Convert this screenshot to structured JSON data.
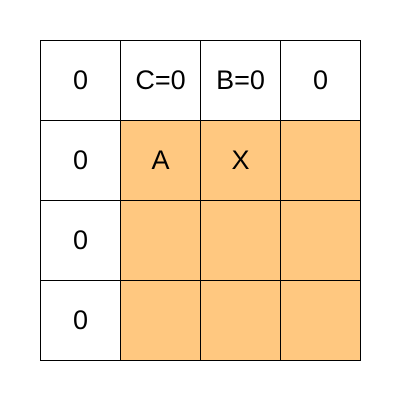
{
  "grid": {
    "rows": [
      [
        {
          "text": "0",
          "fill": "#ffffff"
        },
        {
          "text": "C=0",
          "fill": "#ffffff"
        },
        {
          "text": "B=0",
          "fill": "#ffffff"
        },
        {
          "text": "0",
          "fill": "#ffffff"
        }
      ],
      [
        {
          "text": "0",
          "fill": "#ffffff"
        },
        {
          "text": "A",
          "fill": "#ffc880"
        },
        {
          "text": "X",
          "fill": "#ffc880"
        },
        {
          "text": "",
          "fill": "#ffc880"
        }
      ],
      [
        {
          "text": "0",
          "fill": "#ffffff"
        },
        {
          "text": "",
          "fill": "#ffc880"
        },
        {
          "text": "",
          "fill": "#ffc880"
        },
        {
          "text": "",
          "fill": "#ffc880"
        }
      ],
      [
        {
          "text": "0",
          "fill": "#ffffff"
        },
        {
          "text": "",
          "fill": "#ffc880"
        },
        {
          "text": "",
          "fill": "#ffc880"
        },
        {
          "text": "",
          "fill": "#ffc880"
        }
      ]
    ]
  }
}
